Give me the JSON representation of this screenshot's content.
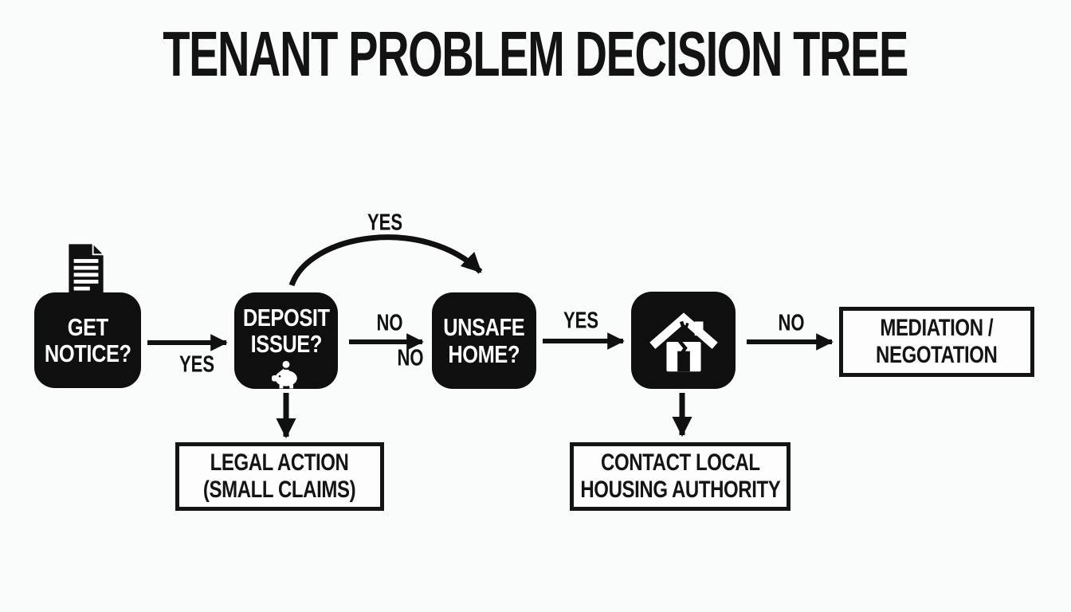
{
  "title": "TENANT PROBLEM DECISION TREE",
  "colors": {
    "ink": "#101010",
    "paper": "#fafbfb",
    "node_fill": "#0f0f0f",
    "node_text": "#ffffff"
  },
  "nodes": {
    "get_notice": {
      "line1": "GET",
      "line2": "NOTICE?",
      "icon": "document-icon"
    },
    "deposit_issue": {
      "line1": "DEPOSIT",
      "line2": "ISSUE?",
      "icon": "piggy-bank-icon"
    },
    "unsafe_home": {
      "line1": "UNSAFE",
      "line2": "HOME?"
    },
    "damaged_home": {
      "icon": "cracked-house-icon"
    }
  },
  "outcomes": {
    "legal_action": {
      "line1": "LEGAL ACTION",
      "line2": "(SMALL CLAIMS)"
    },
    "contact_housing": {
      "line1": "CONTACT LOCAL",
      "line2": "HOUSING AUTHORITY"
    },
    "mediation": {
      "line1": "MEDIATION /",
      "line2": "NEGOTATION"
    }
  },
  "edge_labels": {
    "get_to_deposit_yes": "YES",
    "deposit_arc_yes": "YES",
    "deposit_to_unsafe_no_above": "NO",
    "deposit_to_unsafe_no_below": "NO",
    "unsafe_to_home_yes": "YES",
    "home_to_mediation_no": "NO"
  }
}
